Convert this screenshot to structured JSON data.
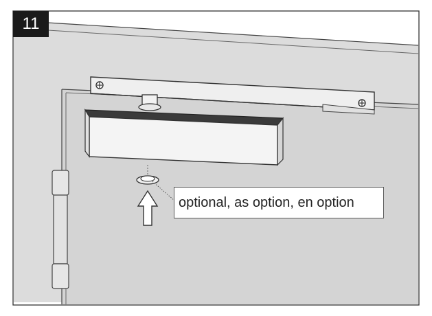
{
  "step": {
    "number": "11"
  },
  "callout": {
    "text": "optional, as option, en option"
  },
  "colors": {
    "door": "#d4d4d4",
    "line": "#444444",
    "badge": "#1a1a1a"
  },
  "icons": {
    "arrow": "up-arrow"
  }
}
